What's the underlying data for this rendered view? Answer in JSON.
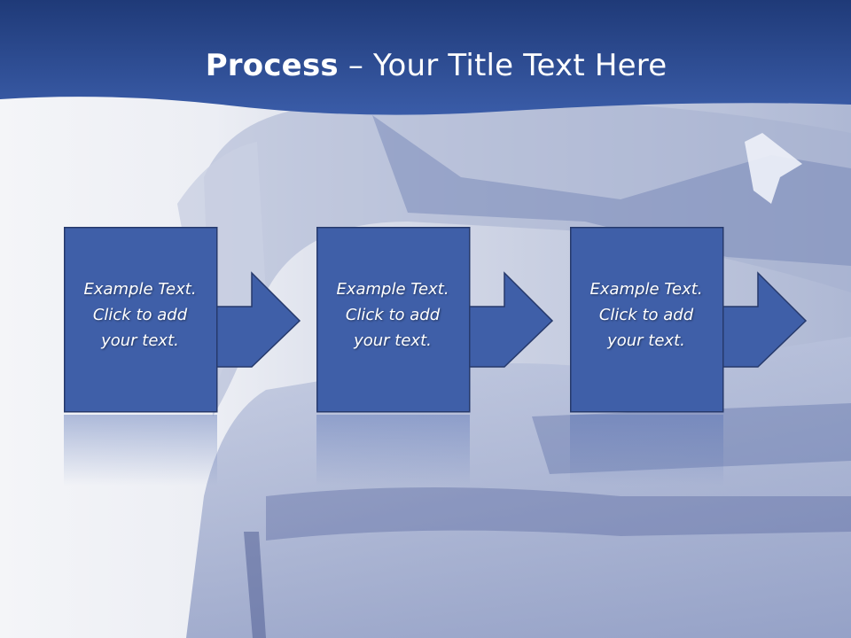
{
  "slide": {
    "title_bold": "Process",
    "title_rest": " – Your Title Text Here"
  },
  "steps": [
    {
      "text": "Example Text.\nClick  to add\nyour text."
    },
    {
      "text": "Example Text.\nClick  to add\nyour text."
    },
    {
      "text": "Example Text.\nClick  to add\nyour text."
    }
  ],
  "colors": {
    "header_band": "#2d4f97",
    "box_fill": "#3f5fa8",
    "box_border": "#26396b",
    "arrow_fill": "#3f5fa8"
  }
}
